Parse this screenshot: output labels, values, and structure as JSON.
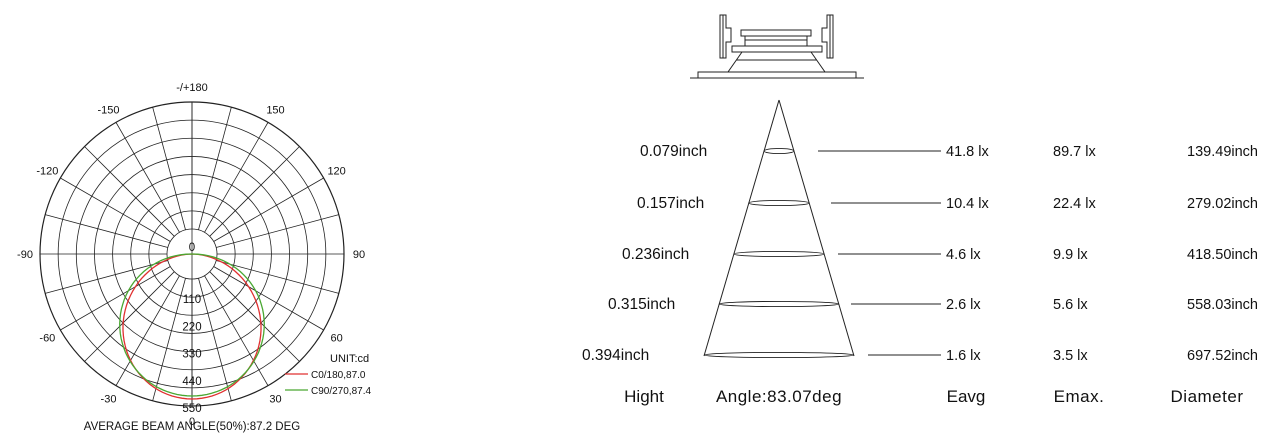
{
  "polar": {
    "angle_labels": [
      {
        "text": "-/+180",
        "deg": 180
      },
      {
        "text": "150",
        "deg": 150
      },
      {
        "text": "-150",
        "deg": -150
      },
      {
        "text": "120",
        "deg": 120
      },
      {
        "text": "-120",
        "deg": -120
      },
      {
        "text": "90",
        "deg": 90
      },
      {
        "text": "-90",
        "deg": -90
      },
      {
        "text": "60",
        "deg": 60
      },
      {
        "text": "-60",
        "deg": -60
      },
      {
        "text": "30",
        "deg": 30
      },
      {
        "text": "-30",
        "deg": -30
      },
      {
        "text": "0",
        "deg": 0
      }
    ],
    "radial_labels": [
      "0",
      "110",
      "220",
      "330",
      "440",
      "550"
    ],
    "unit_label": "UNIT:cd",
    "legend": [
      {
        "name": "C0/180,87.0",
        "color": "#e03030"
      },
      {
        "name": "C90/270,87.4",
        "color": "#4aa832"
      }
    ],
    "footer": "AVERAGE BEAM ANGLE(50%):87.2 DEG"
  },
  "cone": {
    "rows": [
      {
        "height": "0.079inch",
        "eavg": "41.8 lx",
        "emax": "89.7 lx",
        "diameter": "139.49inch"
      },
      {
        "height": "0.157inch",
        "eavg": "10.4 lx",
        "emax": "22.4 lx",
        "diameter": "279.02inch"
      },
      {
        "height": "0.236inch",
        "eavg": "4.6 lx",
        "emax": "9.9 lx",
        "diameter": "418.50inch"
      },
      {
        "height": "0.315inch",
        "eavg": "2.6 lx",
        "emax": "5.6 lx",
        "diameter": "558.03inch"
      },
      {
        "height": "0.394inch",
        "eavg": "1.6 lx",
        "emax": "3.5 lx",
        "diameter": "697.52inch"
      }
    ],
    "footer": {
      "height": "Hight",
      "angle": "Angle:83.07deg",
      "eavg": "Eavg",
      "emax": "Emax.",
      "diameter": "Diameter"
    }
  }
}
